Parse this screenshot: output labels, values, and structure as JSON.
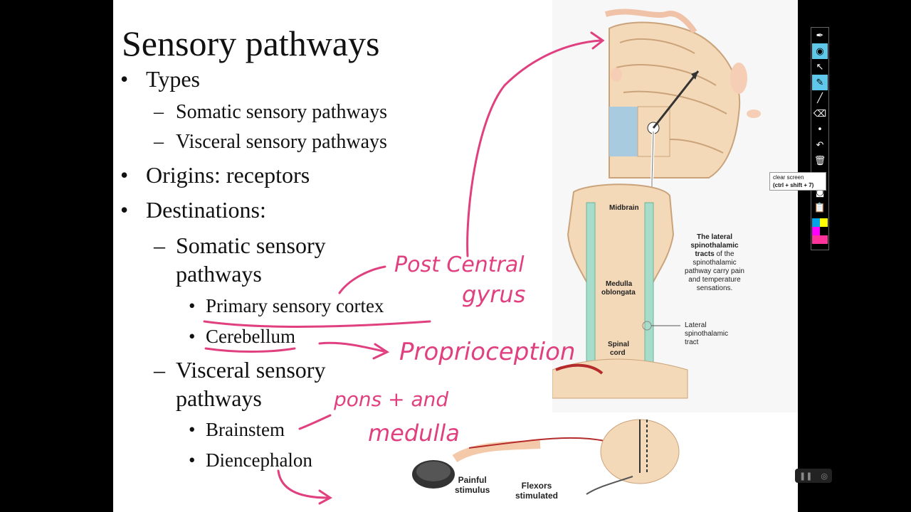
{
  "slide": {
    "title": "Sensory pathways",
    "bullets": {
      "types": "Types",
      "somatic": "Somatic  sensory pathways",
      "visceral": "Visceral sensory pathways",
      "origins": "Origins: receptors",
      "destinations": "Destinations:",
      "dest_somatic_1": "Somatic sensory",
      "dest_somatic_2": "pathways",
      "primary_cortex": "Primary sensory cortex",
      "cerebellum": "Cerebellum",
      "dest_visceral_1": "Visceral sensory",
      "dest_visceral_2": "pathways",
      "brainstem": "Brainstem",
      "diencephalon": "Diencephalon"
    },
    "markers": {
      "bullet": "•",
      "dash": "–"
    }
  },
  "diagram": {
    "midbrain": "Midbrain",
    "medulla_1": "Medulla",
    "medulla_2": "oblongata",
    "spinal_1": "Spinal",
    "spinal_2": "cord",
    "caption_bold_1": "The lateral",
    "caption_bold_2": "spinothalamic",
    "caption_3": "tracts",
    "caption_4": " of the",
    "caption_5": "spinothalamic",
    "caption_6": "pathway carry pain",
    "caption_7": "and temperature",
    "caption_8": "sensations.",
    "tract_1": "Lateral",
    "tract_2": "spinothalamic",
    "tract_3": "tract",
    "painful_1": "Painful",
    "painful_2": "stimulus",
    "flexors_1": "Flexors",
    "flexors_2": "stimulated"
  },
  "annotations": {
    "postcentral_1": "Post Central",
    "postcentral_2": "gyrus",
    "proprioception": "Proprioception",
    "pons_1": "pons + and",
    "pons_2": "medulla"
  },
  "toolbar": {
    "tooltip_1": "clear screen",
    "tooltip_2": "(ctrl + shift + 7)",
    "colors": [
      "#00a2e8",
      "#ffff00",
      "#ff00ff",
      "#000000",
      "#ff3399",
      "#ff3399"
    ]
  },
  "colors": {
    "ink": "#e0407f",
    "tissue": "#f4d9b8",
    "tract": "#a6dcc9",
    "ventricle": "#a9cbe0"
  }
}
